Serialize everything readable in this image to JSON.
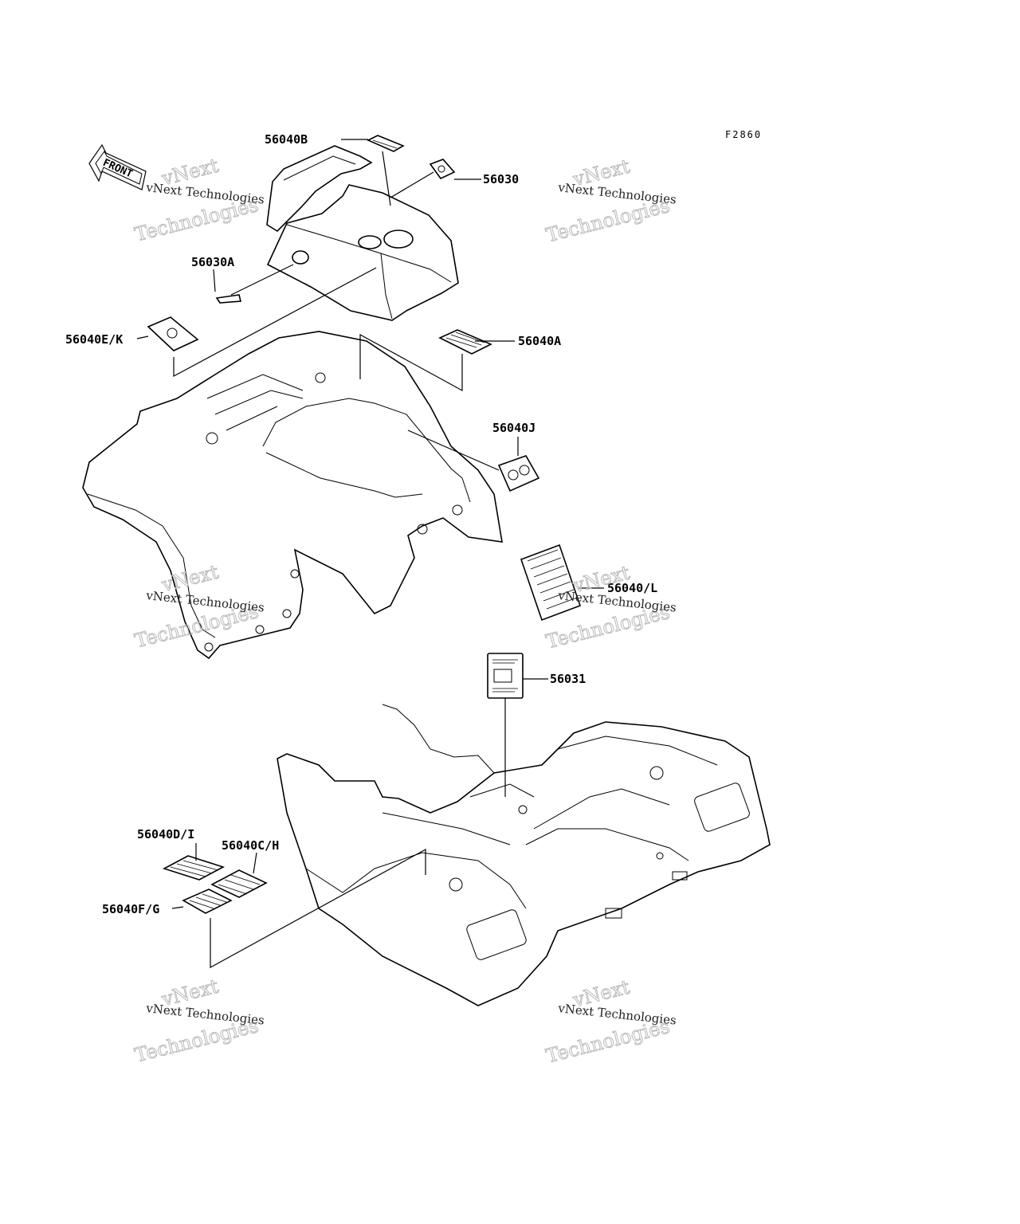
{
  "figure_code": "F2860",
  "front_label": "FRONT",
  "watermark": {
    "line1": "vNext Technologies",
    "line2": "vNext",
    "line3": "Technologies"
  },
  "parts": [
    {
      "id": "p-56040B",
      "label": "56040B"
    },
    {
      "id": "p-56030",
      "label": "56030"
    },
    {
      "id": "p-56030A",
      "label": "56030A"
    },
    {
      "id": "p-56040EK",
      "label": "56040E/K"
    },
    {
      "id": "p-56040A",
      "label": "56040A"
    },
    {
      "id": "p-56040J",
      "label": "56040J"
    },
    {
      "id": "p-56040L",
      "label": "56040/L"
    },
    {
      "id": "p-56031",
      "label": "56031"
    },
    {
      "id": "p-56040DI",
      "label": "56040D/I"
    },
    {
      "id": "p-56040CH",
      "label": "56040C/H"
    },
    {
      "id": "p-56040FG",
      "label": "56040F/G"
    }
  ]
}
